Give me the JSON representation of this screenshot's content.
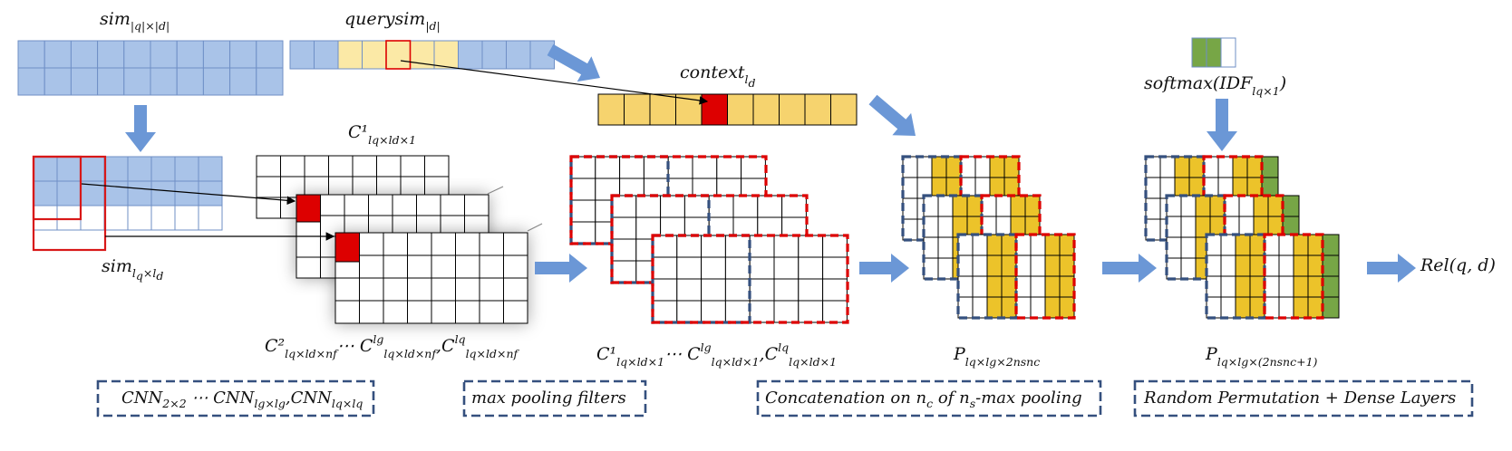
{
  "colors": {
    "blue_fill": "#a9c3e8",
    "blue_stroke": "#6f8fc6",
    "yellow_light": "#fbe9a6",
    "yellow_dark": "#ecc32a",
    "context_fill": "#f6d36e",
    "red": "#dd0000",
    "green": "#77a646",
    "arrow": "#6b97d6",
    "dash_box": "#35507e"
  },
  "labels": {
    "sim_full": {
      "base": "sim",
      "sub": "|q|×|d|"
    },
    "querysim": {
      "base": "querysim",
      "sub": "|d|"
    },
    "context": {
      "base": "context",
      "sub": "l",
      "subsub": "d"
    },
    "sim_local": {
      "base": "sim",
      "sub": "l",
      "subsub": "q",
      "sub2": "×l",
      "subsub2": "d"
    },
    "c_top": "C¹",
    "c_top_sub": "lq×ld×1",
    "c_stack_1": "C²",
    "c_stack_1_sub": "lq×ld×nf",
    "c_stack_2": "⋯ C",
    "c_stack_2_sup": "lg",
    "c_stack_2_sub": "lq×ld×nf",
    "c_stack_3": ",C",
    "c_stack_3_sup": "lq",
    "c_stack_3_sub": "lq×ld×nf",
    "pool_1": "C¹",
    "pool_1_sub": "lq×ld×1",
    "pool_2": "⋯ C",
    "pool_2_sup": "lg",
    "pool_2_sub": "lq×ld×1",
    "pool_3": ",C",
    "pool_3_sup": "lq",
    "pool_3_sub": "lq×ld×1",
    "p_mid": "P",
    "p_mid_sub": "lq×lg×2nsnc",
    "p_right": "P",
    "p_right_sub": "lq×lg×(2nsnc+1)",
    "softmax": "softmax(IDF",
    "softmax_sub": "lq×1",
    "softmax_close": ")",
    "rel": "Rel(q, d)"
  },
  "captions": {
    "cnn_1": "CNN",
    "cnn_1_sub": "2×2",
    "cnn_2": " ⋯ CNN",
    "cnn_2_sub": "lg×lg",
    "cnn_3": ",CNN",
    "cnn_3_sub": "lq×lq",
    "pool": "max pooling filters",
    "concat_1": "Concatenation on n",
    "concat_1_sub": "c",
    "concat_2": " of n",
    "concat_2_sub": "s",
    "concat_3": "-max pooling",
    "dense": "Random Permutation + Dense Layers"
  }
}
